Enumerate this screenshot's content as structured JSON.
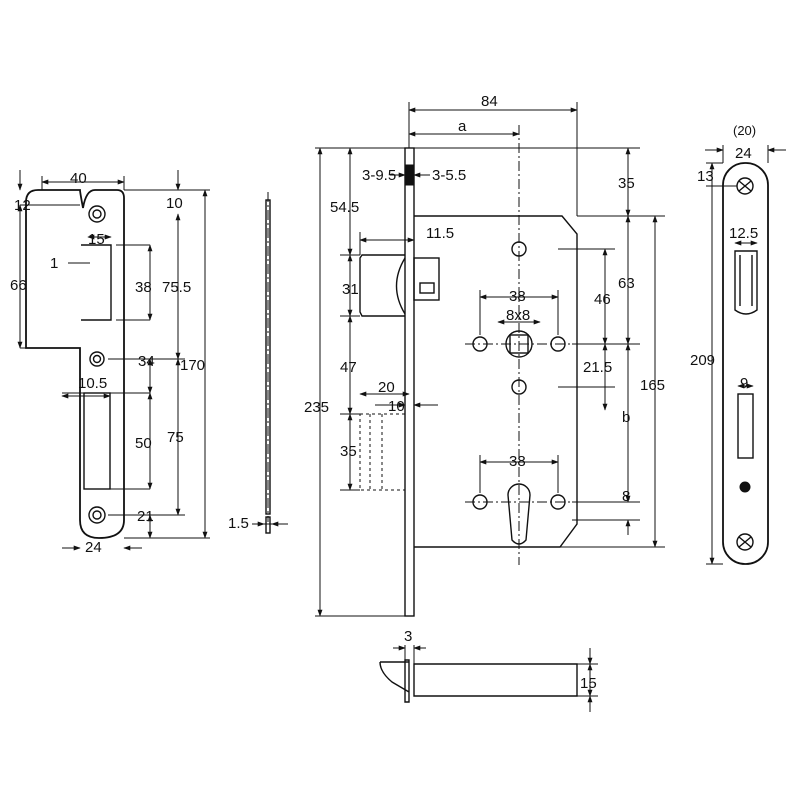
{
  "strike_plate": {
    "labels": [
      "40",
      "12",
      "10",
      "66",
      "15",
      "1",
      "38",
      "75.5",
      "170",
      "34",
      "10.5",
      "50",
      "75",
      "21",
      "24"
    ]
  },
  "side_profile": {
    "labels": [
      "1.5"
    ]
  },
  "lock_body": {
    "labels": [
      "84",
      "a",
      "3-9.5",
      "3-5.5",
      "35",
      "54.5",
      "11.5",
      "63",
      "46",
      "31",
      "38",
      "8x8",
      "47",
      "21.5",
      "165",
      "235",
      "20",
      "10",
      "b",
      "35",
      "38",
      "8"
    ]
  },
  "bottom_view": {
    "labels": [
      "3",
      "15"
    ]
  },
  "forend": {
    "labels": [
      "(20)",
      "24",
      "13",
      "12.5",
      "209",
      "9"
    ]
  }
}
